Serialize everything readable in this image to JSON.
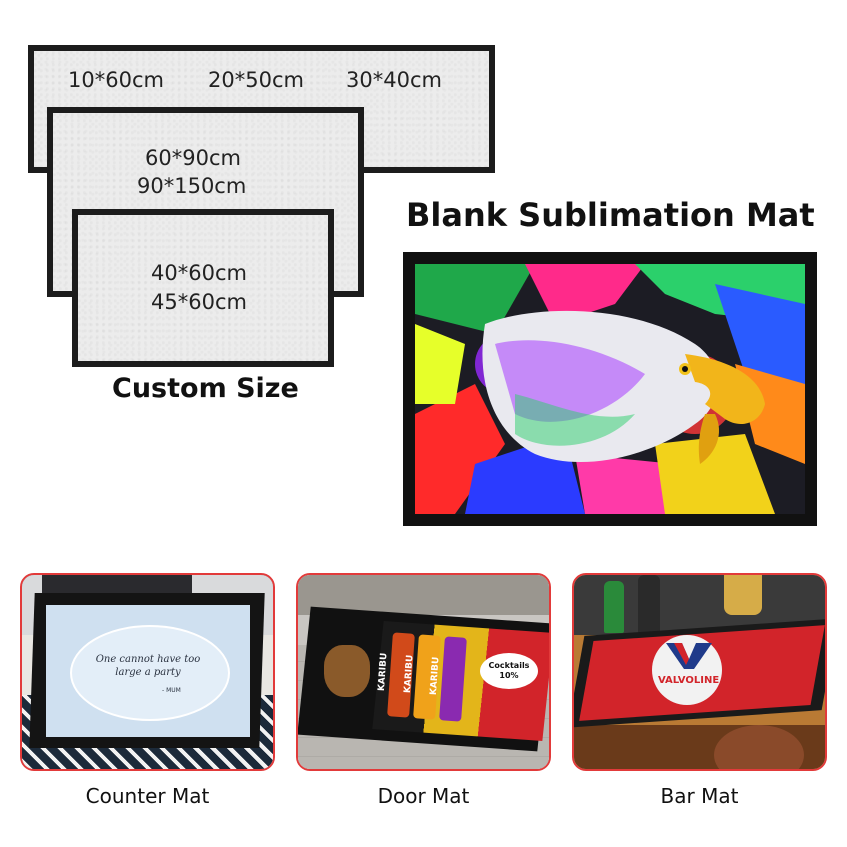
{
  "custom_size": {
    "row1": [
      "10*60cm",
      "20*50cm",
      "30*40cm"
    ],
    "mid": [
      "60*90cm",
      "90*150cm"
    ],
    "small": [
      "40*60cm",
      "45*60cm"
    ],
    "label": "Custom Size"
  },
  "hero": {
    "title": "Blank Sublimation Mat"
  },
  "examples": [
    {
      "caption": "Counter Mat",
      "quote": "One cannot have too large a party",
      "quote_author": "- MUM"
    },
    {
      "caption": "Door Mat",
      "brand": "KARIBU",
      "brand2": "KARIBU",
      "brand3": "KARIBU",
      "tag": "Cocktails 10%"
    },
    {
      "caption": "Bar Mat",
      "brand": "VALVOLINE"
    }
  ],
  "colors": {
    "accent_border": "#e23a3a",
    "mat_border": "#1c1c1c",
    "mat_fill": "#ececec"
  }
}
